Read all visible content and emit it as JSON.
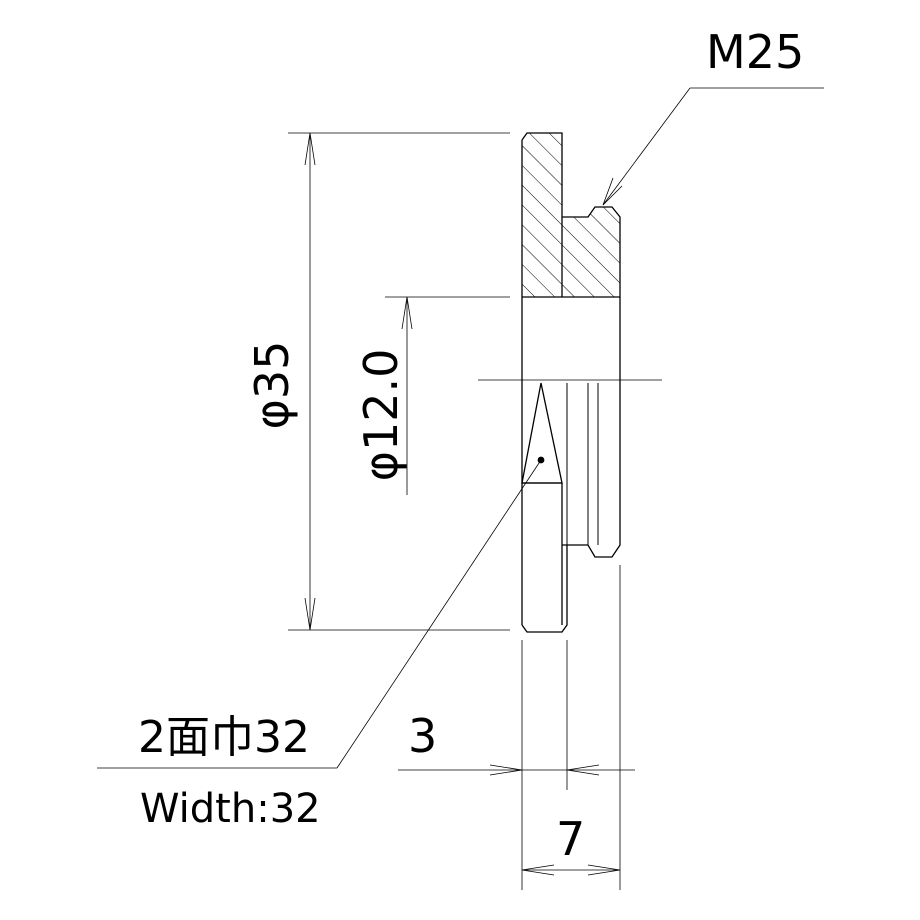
{
  "labels": {
    "thread": "M25",
    "outer_diameter": "φ35",
    "bore_diameter": "φ12.0",
    "width_across_flats_jp": "2面巾32",
    "width_across_flats_en": "Width:32",
    "flange_thickness": "3",
    "total_length": "7"
  }
}
